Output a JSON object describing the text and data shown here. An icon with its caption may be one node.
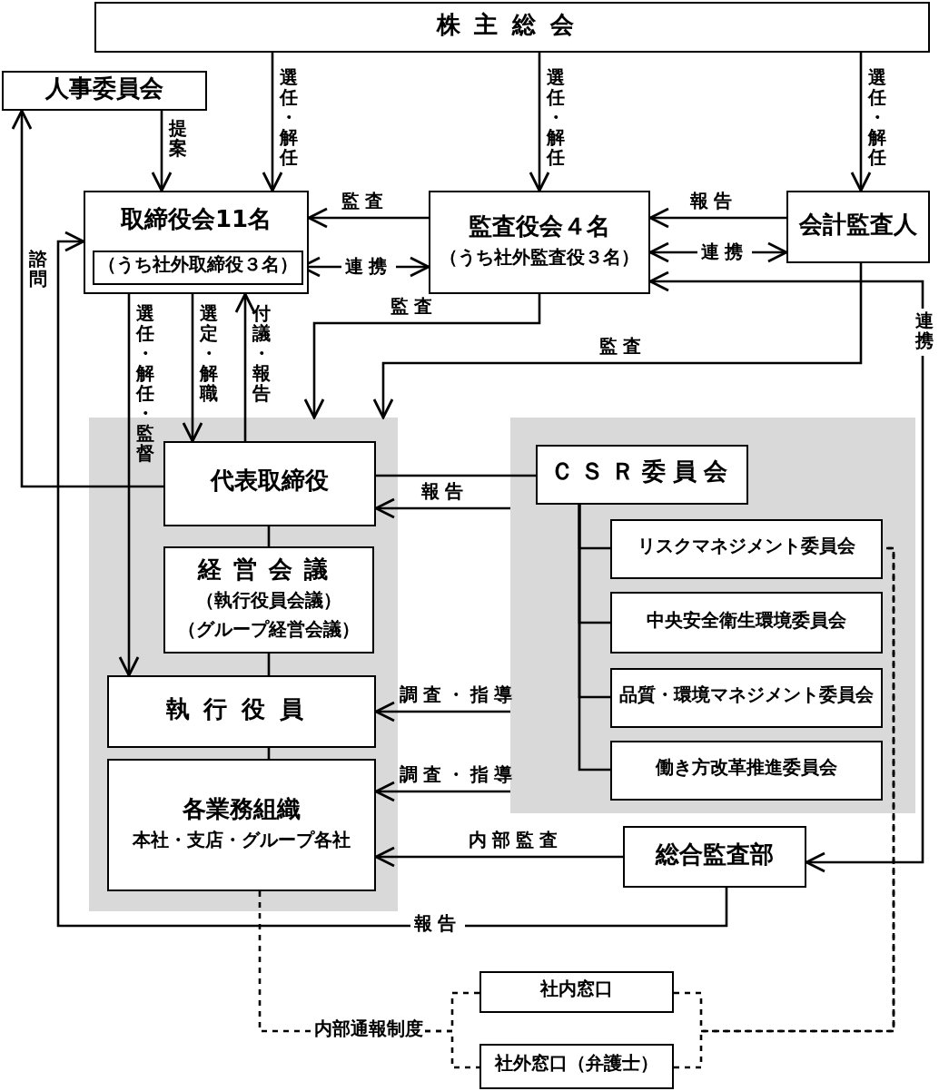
{
  "diagram": {
    "nodes": [
      {
        "text": [
          "株主総会"
        ]
      },
      {
        "text": [
          "人事委員会"
        ]
      },
      {
        "text": [
          "取締役会11名"
        ]
      },
      {
        "text": [
          "（うち社外取締役３名）"
        ],
        "in": 2
      },
      {
        "text": [
          "監査役会４名",
          "（うち社外監査役３名）"
        ]
      },
      {
        "text": [
          "会計監査人"
        ]
      },
      {
        "text": [],
        "shape": "box"
      },
      {
        "text": [
          "代表取締役"
        ],
        "in": 6
      },
      {
        "text": [
          "経営会議",
          "（執行役員会議）",
          "（グループ経営会議）"
        ],
        "in": 6
      },
      {
        "text": [
          "執行役員"
        ],
        "in": 6
      },
      {
        "text": [
          "各業務組織",
          "本社・支店・グループ各社"
        ],
        "in": 6
      },
      {
        "text": [],
        "shape": "box"
      },
      {
        "text": [
          "ＣＳＲ委員会"
        ],
        "in": 11
      },
      {
        "text": [
          "リスクマネジメント委員会"
        ],
        "in": 11
      },
      {
        "text": [
          "中央安全衛生環境委員会"
        ],
        "in": 11
      },
      {
        "text": [
          "品質・環境マネジメント委員会"
        ],
        "in": 11
      },
      {
        "text": [
          "働き方改革推進委員会"
        ],
        "in": 11
      },
      {
        "text": [
          "総合監査部"
        ]
      },
      {
        "text": [
          "社内窓口"
        ]
      },
      {
        "text": [
          "社外窓口（弁護士）"
        ]
      },
      {
        "text": [
          "内部通報制度"
        ]
      }
    ],
    "edges": [
      {
        "from": 0,
        "to": 2,
        "arrow": "to",
        "label": "選任・解任"
      },
      {
        "from": 0,
        "to": 4,
        "arrow": "to",
        "label": "選任・解任"
      },
      {
        "from": 0,
        "to": 5,
        "arrow": "to",
        "label": "選任・解任"
      },
      {
        "from": 1,
        "to": 2,
        "arrow": "to",
        "label": "提案"
      },
      {
        "from": 4,
        "to": 2,
        "arrow": "to",
        "label": "監査"
      },
      {
        "from": 3,
        "to": 4,
        "arrow": "both",
        "label": "連携"
      },
      {
        "from": 5,
        "to": 4,
        "arrow": "to",
        "label": "報告"
      },
      {
        "from": 5,
        "to": 4,
        "arrow": "both",
        "label": "連携"
      },
      {
        "from": 4,
        "to": 17,
        "arrow": "both",
        "label": "連携"
      },
      {
        "from": 4,
        "to": 6,
        "arrow": "to",
        "label": "監査"
      },
      {
        "from": 5,
        "to": 6,
        "arrow": "to",
        "label": "監査"
      },
      {
        "from": 2,
        "to": 9,
        "arrow": "to",
        "label": "選任・解任・監督"
      },
      {
        "from": 2,
        "to": 7,
        "arrow": "to",
        "label": "選定・解職"
      },
      {
        "from": 7,
        "to": 2,
        "arrow": "to",
        "label": "付議・報告"
      },
      {
        "from": 7,
        "to": 1,
        "arrow": "to",
        "label": "諮問"
      },
      {
        "from": 17,
        "to": 2,
        "arrow": "to",
        "label": "報告"
      },
      {
        "from": 12,
        "to": 7,
        "arrow": "none"
      },
      {
        "from": 11,
        "to": 7,
        "arrow": "to",
        "label": "報告"
      },
      {
        "from": 11,
        "to": 9,
        "arrow": "to",
        "label": "調査・指導"
      },
      {
        "from": 11,
        "to": 10,
        "arrow": "to",
        "label": "調査・指導"
      },
      {
        "from": 17,
        "to": 10,
        "arrow": "to",
        "label": "内部監査"
      },
      {
        "from": 12,
        "to": 13,
        "arrow": "none"
      },
      {
        "from": 12,
        "to": 14,
        "arrow": "none"
      },
      {
        "from": 12,
        "to": 15,
        "arrow": "none"
      },
      {
        "from": 12,
        "to": 16,
        "arrow": "none"
      },
      {
        "from": 7,
        "to": 8,
        "arrow": "none"
      },
      {
        "from": 8,
        "to": 9,
        "arrow": "none"
      },
      {
        "from": 9,
        "to": 10,
        "arrow": "none"
      },
      {
        "from": 10,
        "to": 20,
        "arrow": "none",
        "style": "dashed"
      },
      {
        "from": 20,
        "to": 18,
        "arrow": "none",
        "style": "dashed"
      },
      {
        "from": 20,
        "to": 19,
        "arrow": "none",
        "style": "dashed"
      },
      {
        "from": 18,
        "to": 13,
        "arrow": "none",
        "style": "dashed"
      },
      {
        "from": 19,
        "to": 13,
        "arrow": "none",
        "style": "dashed"
      }
    ]
  }
}
